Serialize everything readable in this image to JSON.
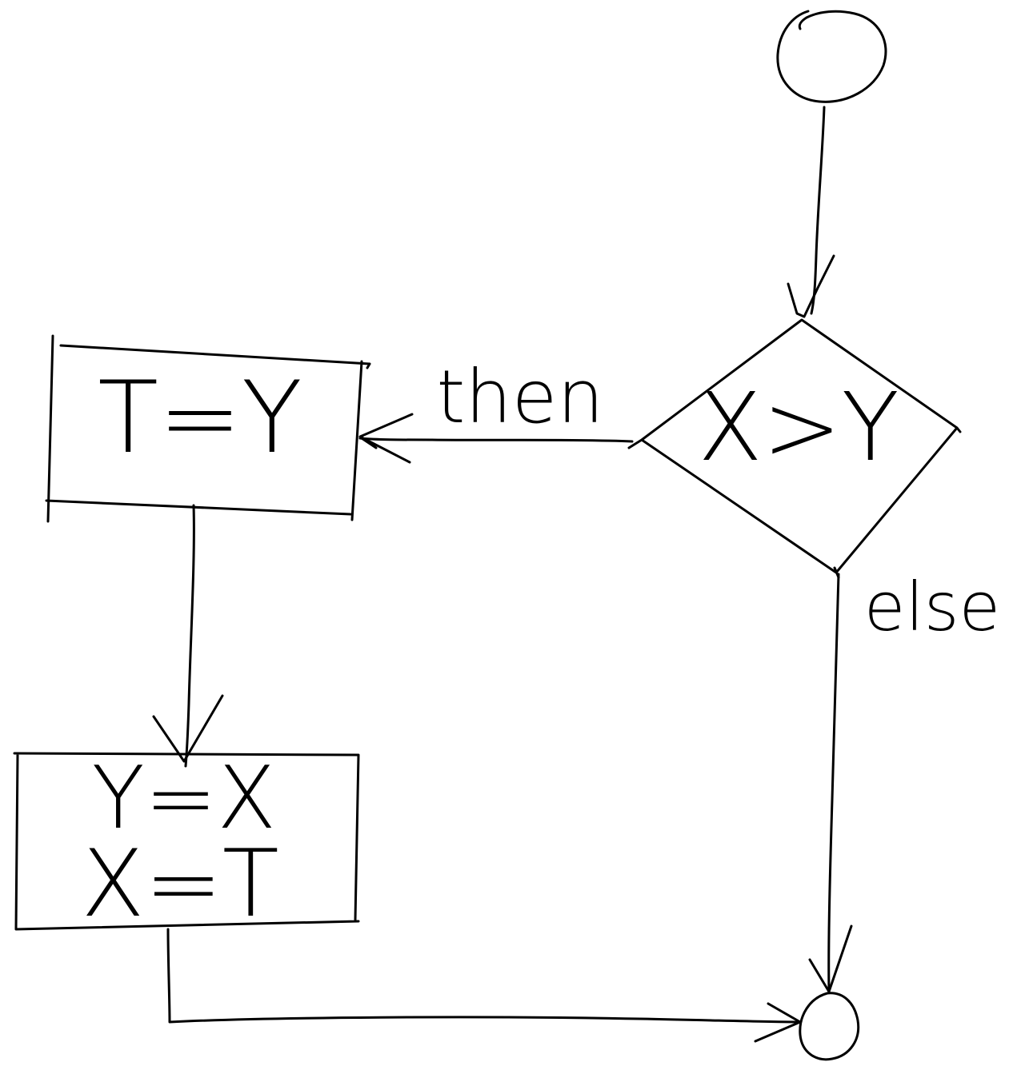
{
  "diagram": {
    "type": "flowchart",
    "style": "hand-drawn",
    "ink_color": "#000000",
    "background": "#ffffff",
    "nodes": [
      {
        "id": "start",
        "shape": "circle",
        "text": ""
      },
      {
        "id": "condition",
        "shape": "diamond",
        "text": "X>Y"
      },
      {
        "id": "assign_t",
        "shape": "rectangle",
        "text": "T=Y"
      },
      {
        "id": "swap",
        "shape": "rectangle",
        "lines": [
          "Y=X",
          "X=T"
        ]
      },
      {
        "id": "end",
        "shape": "circle",
        "text": ""
      }
    ],
    "edges": [
      {
        "from": "start",
        "to": "condition",
        "label": ""
      },
      {
        "from": "condition",
        "to": "assign_t",
        "label": "then"
      },
      {
        "from": "condition",
        "to": "end",
        "label": "else"
      },
      {
        "from": "assign_t",
        "to": "swap",
        "label": ""
      },
      {
        "from": "swap",
        "to": "end",
        "label": ""
      }
    ]
  }
}
